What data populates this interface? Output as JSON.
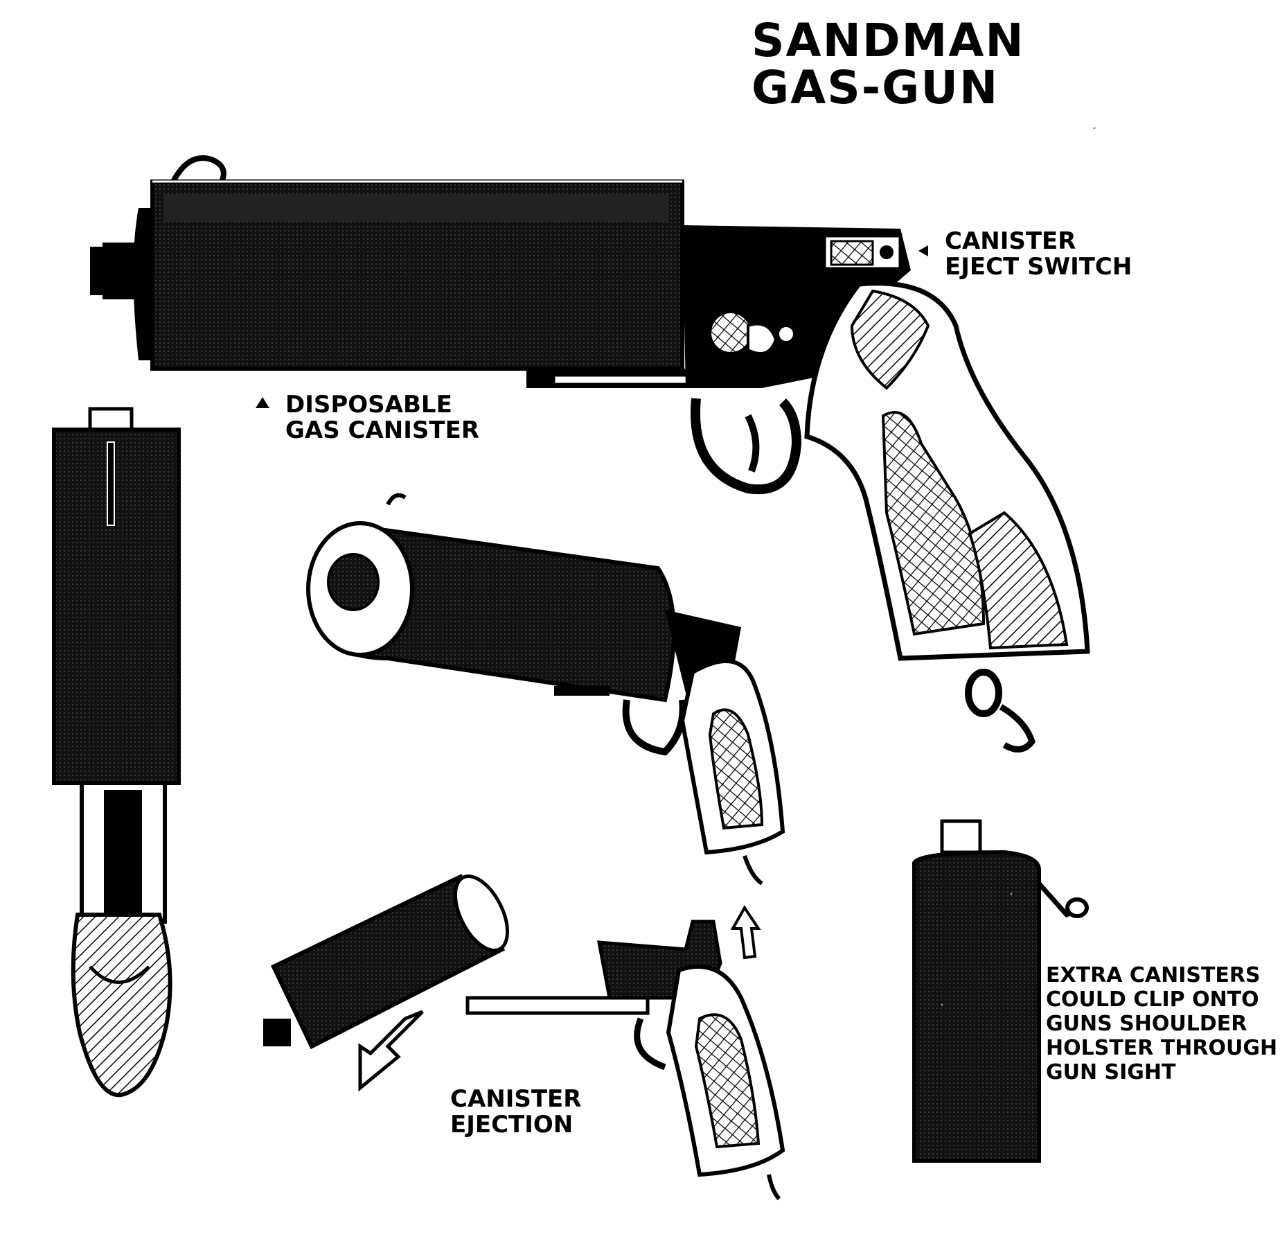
{
  "title": {
    "line1": "SANDMAN",
    "line2": "GAS-GUN"
  },
  "labels": {
    "eject_switch": [
      "CANISTER",
      "EJECT SWITCH"
    ],
    "gas_canister": [
      "DISPOSABLE",
      "GAS CANISTER"
    ],
    "ejection": [
      "CANISTER",
      "EJECTION"
    ],
    "extra_canisters": [
      "EXTRA CANISTERS",
      "COULD CLIP ONTO",
      "GUNS SHOULDER",
      "HOLSTER THROUGH",
      "GUN SIGHT"
    ]
  },
  "colors": {
    "ink": "#000000",
    "paper": "#ffffff"
  }
}
